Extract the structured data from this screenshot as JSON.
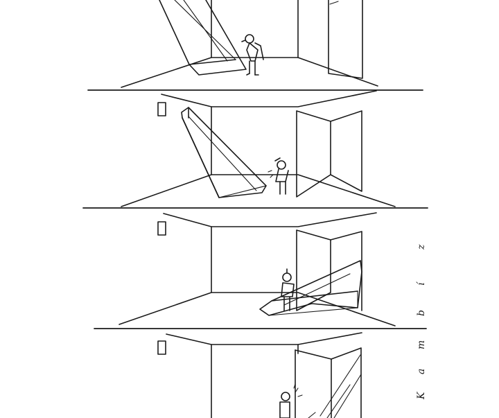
{
  "comic": {
    "signature": [
      "K",
      "a",
      "m",
      "b",
      "í",
      "z"
    ]
  }
}
